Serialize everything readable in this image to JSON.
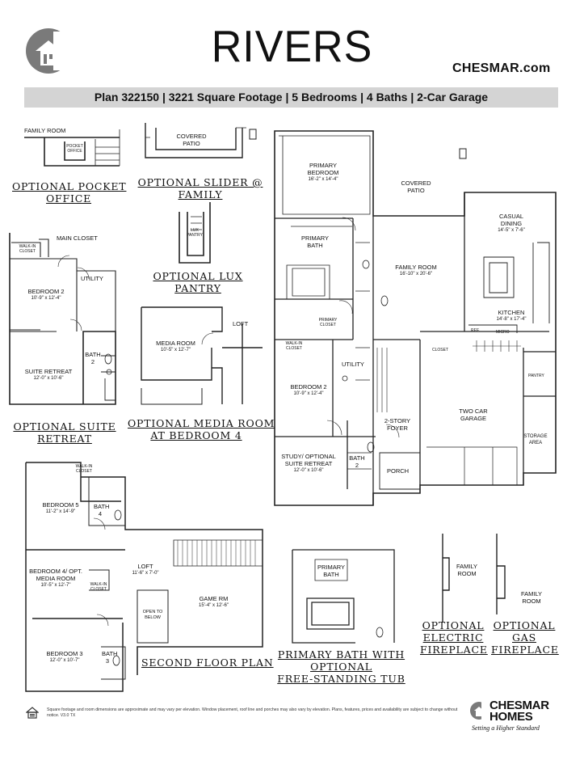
{
  "header": {
    "title": "RIVERS",
    "site": "CHESMAR.com",
    "plan_band": "Plan 322150 | 3221 Square Footage | 5 Bedrooms | 4 Baths | 2-Car Garage"
  },
  "options": {
    "pocket_office": {
      "caption_1": "OPTIONAL POCKET",
      "caption_2": "OFFICE",
      "family_room": "FAMILY ROOM",
      "pocket_office": "POCKET OFFICE"
    },
    "slider": {
      "caption_1": "OPTIONAL SLIDER @",
      "caption_2": "FAMILY",
      "covered_patio": "COVERED PATIO"
    },
    "lux_pantry": {
      "caption_1": "OPTIONAL LUX",
      "caption_2": "PANTRY",
      "label": "LUX PANTRY"
    },
    "suite_retreat": {
      "caption_1": "OPTIONAL SUITE",
      "caption_2": "RETREAT",
      "main_closet": "MAIN CLOSET",
      "walk_in_closet": "WALK-IN CLOSET",
      "bedroom2": "BEDROOM 2",
      "bedroom2_dim": "10'-9\" x 12'-4\"",
      "utility": "UTILITY",
      "bath": "BATH",
      "bath_num": "2",
      "suite_retreat": "SUITE RETREAT",
      "suite_retreat_dim": "12'-0\" x 10'-6\""
    },
    "media_room": {
      "caption_1": "OPTIONAL MEDIA ROOM",
      "caption_2": "AT BEDROOM 4",
      "label": "MEDIA ROOM",
      "dim": "10'-5\" x 12'-7\"",
      "loft": "LOFT"
    },
    "primary_bath": {
      "caption_1": "PRIMARY BATH WITH",
      "caption_2": "OPTIONAL",
      "caption_3": "FREE-STANDING TUB",
      "label": "PRIMARY BATH"
    },
    "electric_fireplace": {
      "caption_1": "OPTIONAL",
      "caption_2": "ELECTRIC",
      "caption_3": "FIREPLACE",
      "family_room": "FAMILY ROOM"
    },
    "gas_fireplace": {
      "caption_1": "OPTIONAL",
      "caption_2": "GAS",
      "caption_3": "FIREPLACE",
      "family_room": "FAMILY ROOM"
    }
  },
  "first_floor": {
    "primary_bedroom": "PRIMARY BEDROOM",
    "primary_bedroom_dim": "16'-2\" x 14'-4\"",
    "covered_patio": "COVERED PATIO",
    "primary_bath": "PRIMARY BATH",
    "primary_closet": "PRIMARY CLOSET",
    "walk_in_closet": "WALK-IN CLOSET",
    "family_room": "FAMILY ROOM",
    "family_room_dim": "16'-10\" x 20'-6\"",
    "casual_dining": "CASUAL DINING",
    "casual_dining_dim": "14'-5\" x 7'-6\"",
    "kitchen": "KITCHEN",
    "kitchen_dim": "14'-8\" x 17'-4\"",
    "ref": "REF.",
    "micro": "MICRO",
    "closet": "CLOSET",
    "pantry": "PANTRY",
    "bedroom2": "BEDROOM 2",
    "bedroom2_dim": "10'-9\" x 12'-4\"",
    "utility": "UTILITY",
    "foyer": "2-STORY FOYER",
    "two_car_garage": "TWO CAR GARAGE",
    "storage_area": "STORAGE AREA",
    "study": "STUDY/ OPTIONAL SUITE RETREAT",
    "study_dim": "12'-0\" x 10'-6\"",
    "bath2": "BATH 2",
    "porch": "PORCH"
  },
  "second_floor": {
    "caption": "SECOND FLOOR PLAN",
    "bedroom5": "BEDROOM 5",
    "bedroom5_dim": "11'-2\" x 14'-9\"",
    "walk_in_closet": "WALK-IN CLOSET",
    "bath4": "BATH 4",
    "bedroom4": "BEDROOM 4/ OPT. MEDIA ROOM",
    "bedroom4_dim": "10'-5\" x 12'-7\"",
    "loft": "LOFT",
    "loft_dim": "11'-6\" x 7'-0\"",
    "game_rm": "GAME RM",
    "game_rm_dim": "15'-4\" x 12'-6\"",
    "open_to_below": "OPEN TO BELOW",
    "bedroom3": "BEDROOM 3",
    "bedroom3_dim": "12'-0\" x 10'-7\"",
    "bath3": "BATH 3"
  },
  "footer": {
    "disclaimer": "Square footage and room dimensions are approximate and may vary per elevation. Window placement, roof line and porches may also vary by elevation. Plans, features, prices and availability are subject to change without notice. V3.0 TX",
    "logo_line1": "CHESMAR",
    "logo_line2": "HOMES",
    "tagline": "Setting a Higher Standard"
  },
  "colors": {
    "band": "#d4d4d4",
    "wall": "#222222",
    "logo_gray": "#7a7a7a"
  }
}
